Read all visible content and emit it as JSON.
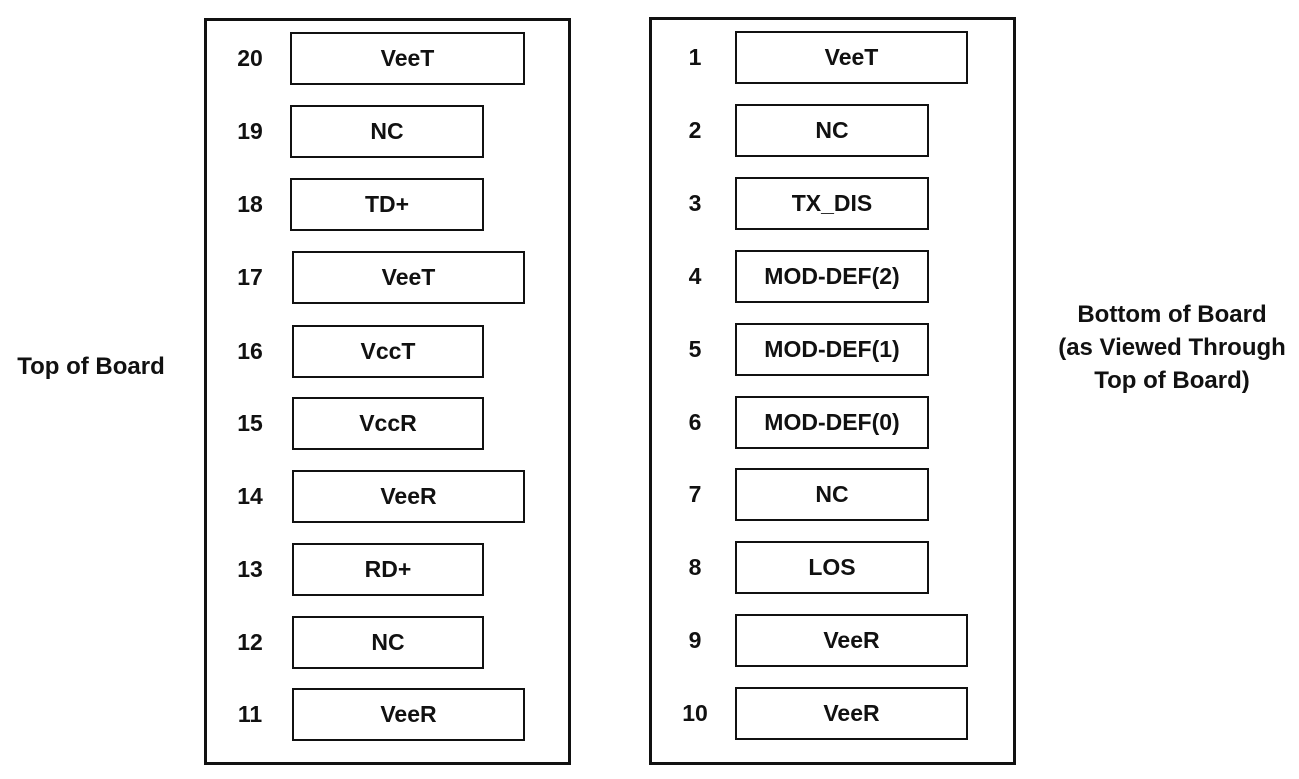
{
  "labels": {
    "top_of_board": "Top of Board",
    "bottom_of_board": "Bottom of Board\n(as Viewed Through\nTop of Board)"
  },
  "top_pins": [
    {
      "number": "20",
      "name": "VeeT"
    },
    {
      "number": "19",
      "name": "NC"
    },
    {
      "number": "18",
      "name": "TD+"
    },
    {
      "number": "17",
      "name": "VeeT"
    },
    {
      "number": "16",
      "name": "VccT"
    },
    {
      "number": "15",
      "name": "VccR"
    },
    {
      "number": "14",
      "name": "VeeR"
    },
    {
      "number": "13",
      "name": "RD+"
    },
    {
      "number": "12",
      "name": "NC"
    },
    {
      "number": "11",
      "name": "VeeR"
    }
  ],
  "bottom_pins": [
    {
      "number": "1",
      "name": "VeeT"
    },
    {
      "number": "2",
      "name": "NC"
    },
    {
      "number": "3",
      "name": "TX_DIS"
    },
    {
      "number": "4",
      "name": "MOD-DEF(2)"
    },
    {
      "number": "5",
      "name": "MOD-DEF(1)"
    },
    {
      "number": "6",
      "name": "MOD-DEF(0)"
    },
    {
      "number": "7",
      "name": "NC"
    },
    {
      "number": "8",
      "name": "LOS"
    },
    {
      "number": "9",
      "name": "VeeR"
    },
    {
      "number": "10",
      "name": "VeeR"
    }
  ]
}
